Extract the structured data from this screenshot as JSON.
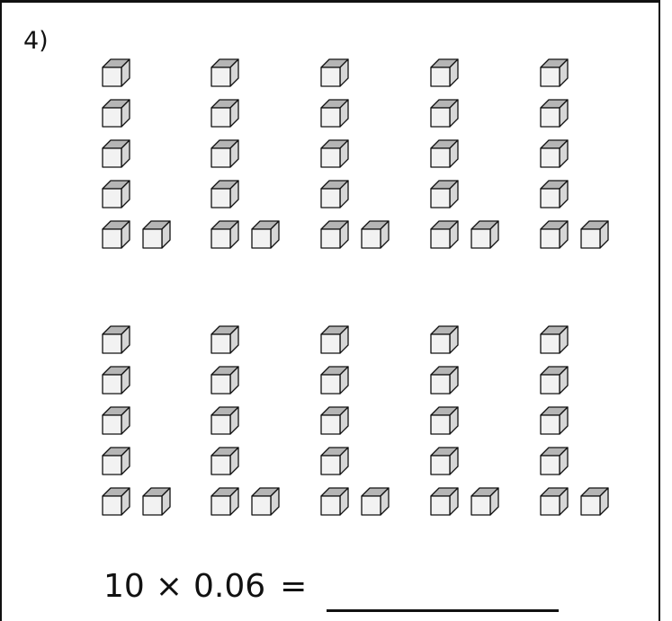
{
  "problem": {
    "number_label": "4)",
    "groups_count": 10,
    "cubes_per_group": 6,
    "cube_colors": {
      "top": "#b5b5b5",
      "side": "#d6d6d6",
      "front": "#f2f2f2",
      "stroke": "#111111"
    }
  },
  "equation": {
    "left_operand": "10",
    "operator": "×",
    "right_operand": "0.06",
    "equals": "=",
    "answer": ""
  }
}
